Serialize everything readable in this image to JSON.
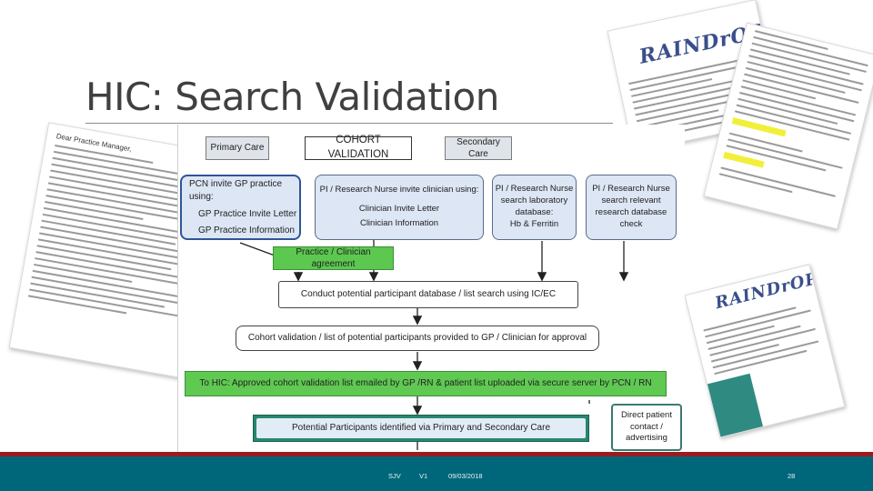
{
  "slide": {
    "title": "HIC: Search Validation",
    "footer": {
      "author": "SJV",
      "version": "V1",
      "date": "09/03/2018",
      "page": "28"
    }
  },
  "flowchart": {
    "primary_care": "Primary Care",
    "cohort_validation": "COHORT VALIDATION",
    "secondary_care": "Secondary Care",
    "pcn_box": {
      "title": "PCN invite GP practice using:",
      "line1": "GP Practice Invite Letter",
      "line2": "GP Practice Information"
    },
    "pi_box": {
      "title": "PI / Research Nurse invite clinician using:",
      "line1": "Clinician Invite Letter",
      "line2": "Clinician Information"
    },
    "lab_box": {
      "line1": "PI / Research Nurse",
      "line2": "search laboratory",
      "line3": "database:",
      "line4": "Hb  &  Ferritin"
    },
    "research_box": {
      "line1": "PI / Research Nurse",
      "line2": "search relevant",
      "line3": "research database",
      "line4": "check"
    },
    "agreement": "Practice / Clinician agreement",
    "conduct_search": "Conduct potential participant database / list search using IC/EC",
    "cohort_list": "Cohort validation / list of potential participants provided to GP / Clinician for approval",
    "to_hic": "To HIC: Approved cohort validation list emailed by GP /RN  & patient list uploaded via secure server by PCN / RN",
    "identified": "Potential Participants identified via Primary and Secondary Care",
    "direct_contact": {
      "line1": "Direct patient",
      "line2": "contact /",
      "line3": "advertising"
    }
  },
  "documents": {
    "logo_text": "RAINDrOP",
    "doc_a_heading": "Dear Practice Manager,"
  },
  "colors": {
    "footer_teal": "#00677a",
    "footer_red": "#9b1c1f",
    "green_box": "#5fc952",
    "blue_box": "#dce6f4",
    "teal_box": "#27876f"
  }
}
